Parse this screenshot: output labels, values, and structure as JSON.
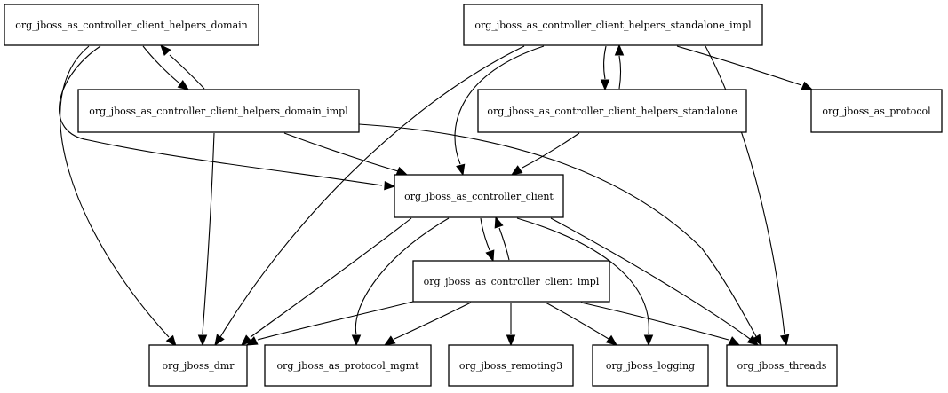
{
  "diagram": {
    "nodes": [
      {
        "id": "helpers_domain",
        "label": "org_jboss_as_controller_client_helpers_domain"
      },
      {
        "id": "helpers_standalone_impl",
        "label": "org_jboss_as_controller_client_helpers_standalone_impl"
      },
      {
        "id": "helpers_domain_impl",
        "label": "org_jboss_as_controller_client_helpers_domain_impl"
      },
      {
        "id": "helpers_standalone",
        "label": "org_jboss_as_controller_client_helpers_standalone"
      },
      {
        "id": "protocol",
        "label": "org_jboss_as_protocol"
      },
      {
        "id": "controller_client",
        "label": "org_jboss_as_controller_client"
      },
      {
        "id": "controller_client_impl",
        "label": "org_jboss_as_controller_client_impl"
      },
      {
        "id": "dmr",
        "label": "org_jboss_dmr"
      },
      {
        "id": "protocol_mgmt",
        "label": "org_jboss_as_protocol_mgmt"
      },
      {
        "id": "remoting3",
        "label": "org_jboss_remoting3"
      },
      {
        "id": "logging",
        "label": "org_jboss_logging"
      },
      {
        "id": "threads",
        "label": "org_jboss_threads"
      }
    ],
    "edges": [
      {
        "from": "helpers_domain",
        "to": "helpers_domain_impl"
      },
      {
        "from": "helpers_domain_impl",
        "to": "helpers_domain"
      },
      {
        "from": "helpers_domain",
        "to": "controller_client"
      },
      {
        "from": "helpers_domain",
        "to": "dmr"
      },
      {
        "from": "helpers_domain_impl",
        "to": "controller_client"
      },
      {
        "from": "helpers_domain_impl",
        "to": "dmr"
      },
      {
        "from": "helpers_domain_impl",
        "to": "threads"
      },
      {
        "from": "helpers_standalone_impl",
        "to": "helpers_standalone"
      },
      {
        "from": "helpers_standalone",
        "to": "helpers_standalone_impl"
      },
      {
        "from": "helpers_standalone_impl",
        "to": "controller_client"
      },
      {
        "from": "helpers_standalone_impl",
        "to": "protocol"
      },
      {
        "from": "helpers_standalone_impl",
        "to": "dmr"
      },
      {
        "from": "helpers_standalone_impl",
        "to": "threads"
      },
      {
        "from": "helpers_standalone",
        "to": "controller_client"
      },
      {
        "from": "controller_client",
        "to": "controller_client_impl"
      },
      {
        "from": "controller_client_impl",
        "to": "controller_client"
      },
      {
        "from": "controller_client",
        "to": "dmr"
      },
      {
        "from": "controller_client",
        "to": "protocol_mgmt"
      },
      {
        "from": "controller_client",
        "to": "logging"
      },
      {
        "from": "controller_client",
        "to": "threads"
      },
      {
        "from": "controller_client_impl",
        "to": "dmr"
      },
      {
        "from": "controller_client_impl",
        "to": "protocol_mgmt"
      },
      {
        "from": "controller_client_impl",
        "to": "remoting3"
      },
      {
        "from": "controller_client_impl",
        "to": "logging"
      },
      {
        "from": "controller_client_impl",
        "to": "threads"
      }
    ]
  }
}
